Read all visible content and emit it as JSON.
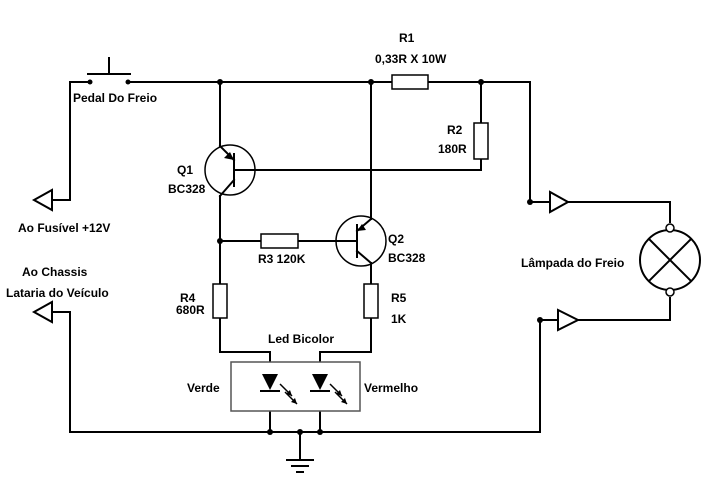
{
  "labels": {
    "r1": "R1",
    "r1_value": "0,33R X 10W",
    "pedal": "Pedal Do Freio",
    "fuse": "Ao Fusível +12V",
    "chassis_line1": "Ao Chassis",
    "chassis_line2": "Lataria do Veículo",
    "q1": "Q1",
    "q1_part": "BC328",
    "r2": "R2",
    "r2_value": "180R",
    "q2": "Q2",
    "q2_part": "BC328",
    "r3": "R3 120K",
    "r4": "R4",
    "r4_value": "680R",
    "r5": "R5",
    "r5_value": "1K",
    "led": "Led Bicolor",
    "verde": "Verde",
    "vermelho": "Vermelho",
    "lamp": "Lâmpada do Freio"
  }
}
